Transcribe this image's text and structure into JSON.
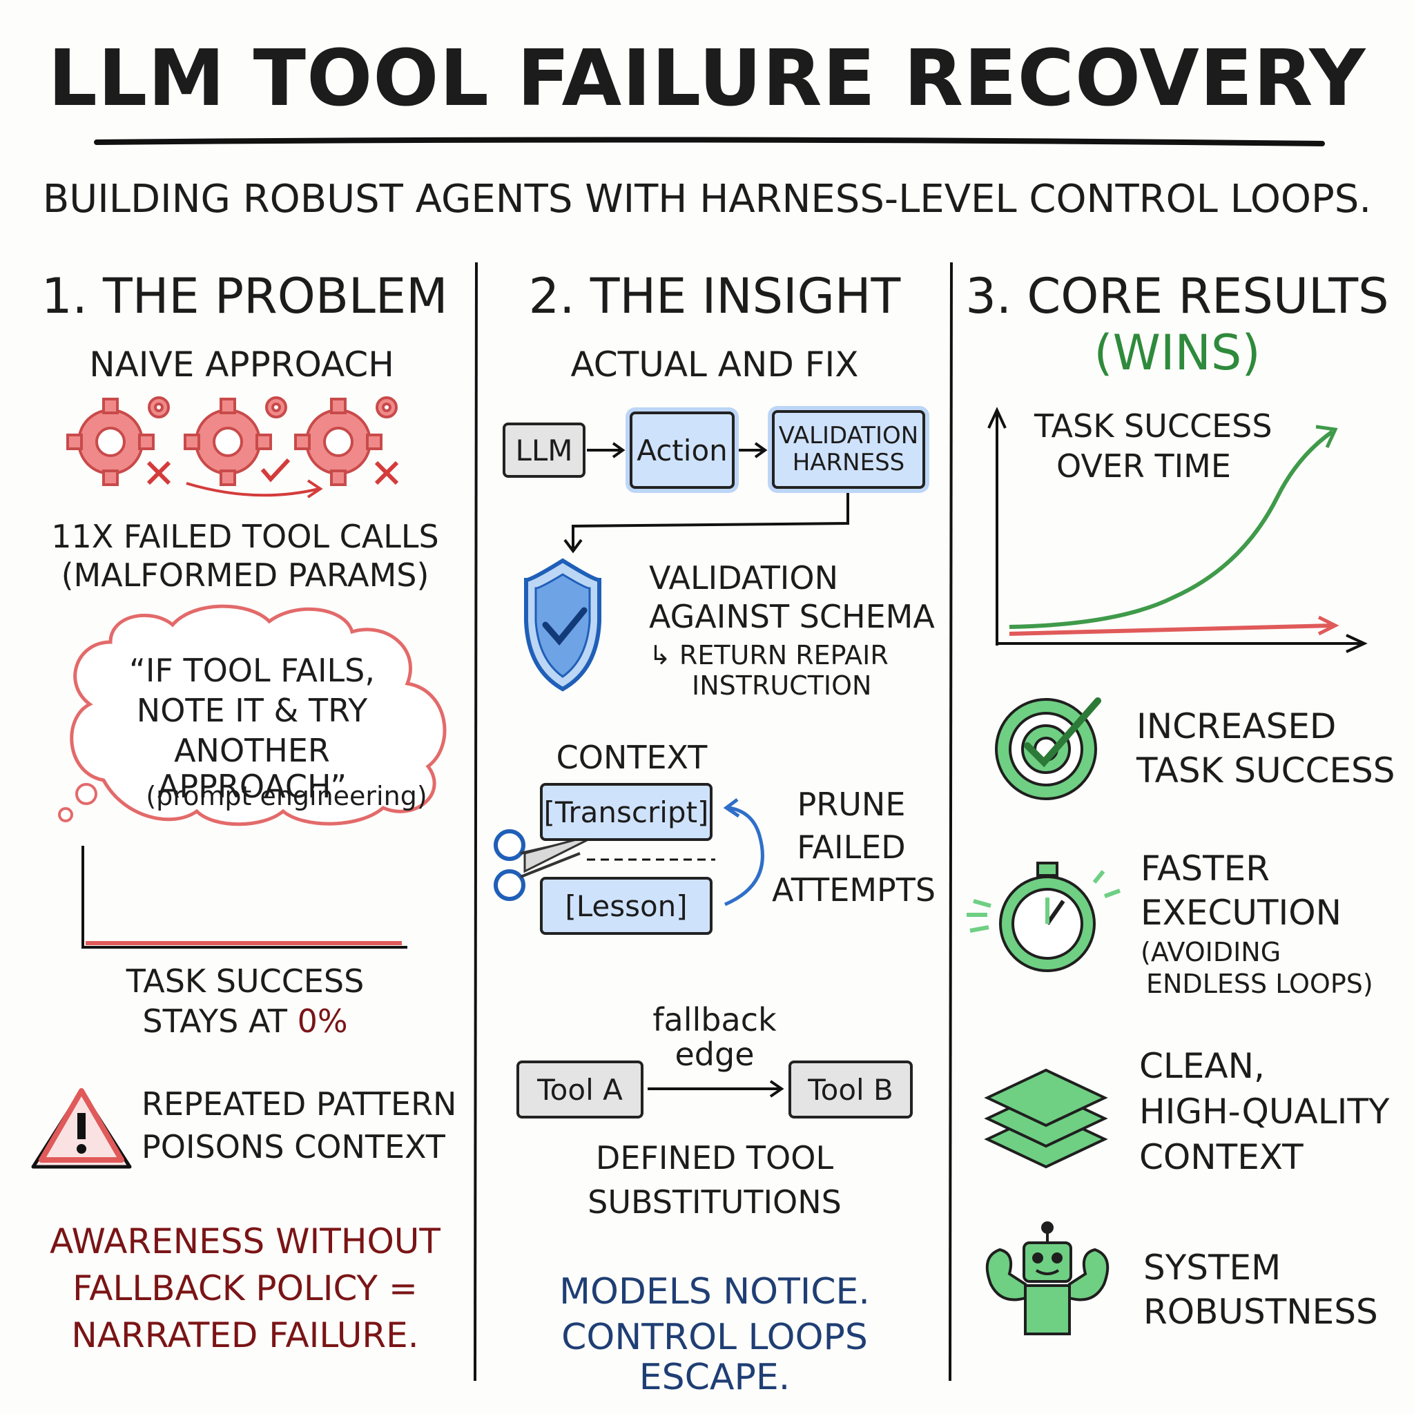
{
  "header": {
    "title": "LLM TOOL FAILURE RECOVERY",
    "subtitle": "BUILDING ROBUST AGENTS WITH HARNESS-LEVEL CONTROL LOOPS."
  },
  "problem": {
    "heading": "1. THE PROBLEM",
    "subheading": "NAIVE APPROACH",
    "failed_line1": "11X FAILED TOOL CALLS",
    "failed_line2": "(MALFORMED PARAMS)",
    "thought_line1": "“IF TOOL FAILS,",
    "thought_line2": "NOTE IT & TRY",
    "thought_line3": "ANOTHER APPROACH”",
    "thought_note": "(prompt engineering)",
    "success_line1": "TASK SUCCESS",
    "success_line2_prefix": "STAYS AT ",
    "success_value": "0%",
    "warning_line1": "REPEATED PATTERN",
    "warning_line2": "POISONS CONTEXT",
    "conclusion_line1": "AWARENESS WITHOUT",
    "conclusion_line2": "FALLBACK POLICY =",
    "conclusion_line3": "NARRATED FAILURE."
  },
  "insight": {
    "heading": "2. THE INSIGHT",
    "subheading": "ACTUAL AND FIX",
    "flow_llm": "LLM",
    "flow_action": "Action",
    "flow_harness_line1": "VALIDATION",
    "flow_harness_line2": "HARNESS",
    "validation_line1": "VALIDATION",
    "validation_line2": "AGAINST SCHEMA",
    "validation_line3": "↳ RETURN REPAIR",
    "validation_line4": "INSTRUCTION",
    "context_label": "CONTEXT",
    "transcript": "[Transcript]",
    "lesson": "[Lesson]",
    "prune_line1": "PRUNE",
    "prune_line2": "FAILED",
    "prune_line3": "ATTEMPTS",
    "fallback_line1": "fallback",
    "fallback_line2": "edge",
    "tool_a": "Tool A",
    "tool_b": "Tool B",
    "defined_line1": "DEFINED TOOL",
    "defined_line2": "SUBSTITUTIONS",
    "conclusion_line1": "MODELS NOTICE.",
    "conclusion_line2": "CONTROL LOOPS ESCAPE."
  },
  "results": {
    "heading": "3. CORE RESULTS",
    "subheading": "(WINS)",
    "chart_line1": "TASK SUCCESS",
    "chart_line2": "OVER TIME",
    "win1_line1": "INCREASED",
    "win1_line2": "TASK SUCCESS",
    "win2_line1": "FASTER",
    "win2_line2": "EXECUTION",
    "win2_line3": "(AVOIDING",
    "win2_line4": "ENDLESS LOOPS)",
    "win3_line1": "CLEAN,",
    "win3_line2": "HIGH-QUALITY",
    "win3_line3": "CONTEXT",
    "win4_line1": "SYSTEM",
    "win4_line2": "ROBUSTNESS"
  },
  "colors": {
    "red": "#e05a5a",
    "dark_red": "#7a1416",
    "blue": "#2f6fc8",
    "navy": "#1f3e74",
    "green": "#4caf5a"
  },
  "icons": [
    "gear-fail-icon",
    "gear-check-icon",
    "shield-check-icon",
    "scissors-icon",
    "warning-icon",
    "target-check-icon",
    "stopwatch-icon",
    "layers-icon",
    "robot-icon"
  ]
}
